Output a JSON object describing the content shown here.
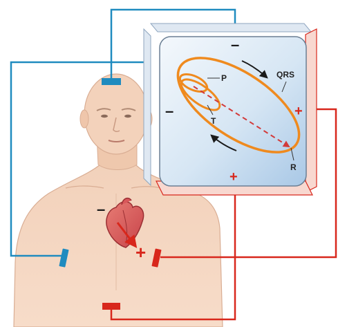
{
  "diagram": {
    "loop_labels": {
      "p": "P",
      "qrs": "QRS",
      "t": "T",
      "r": "R"
    },
    "screen_signs": {
      "top": "–",
      "left": "–",
      "right": "+",
      "bottom": "+"
    },
    "body_signs": {
      "heart_minus": "–",
      "heart_plus": "+"
    },
    "colors": {
      "negative_lead": "#1f8bbf",
      "positive_lead": "#d8271c",
      "loop": "#ef8a1e",
      "skin": "#f5d6c0",
      "heart": "#d9575a",
      "screen": "#cfe0f0"
    }
  }
}
